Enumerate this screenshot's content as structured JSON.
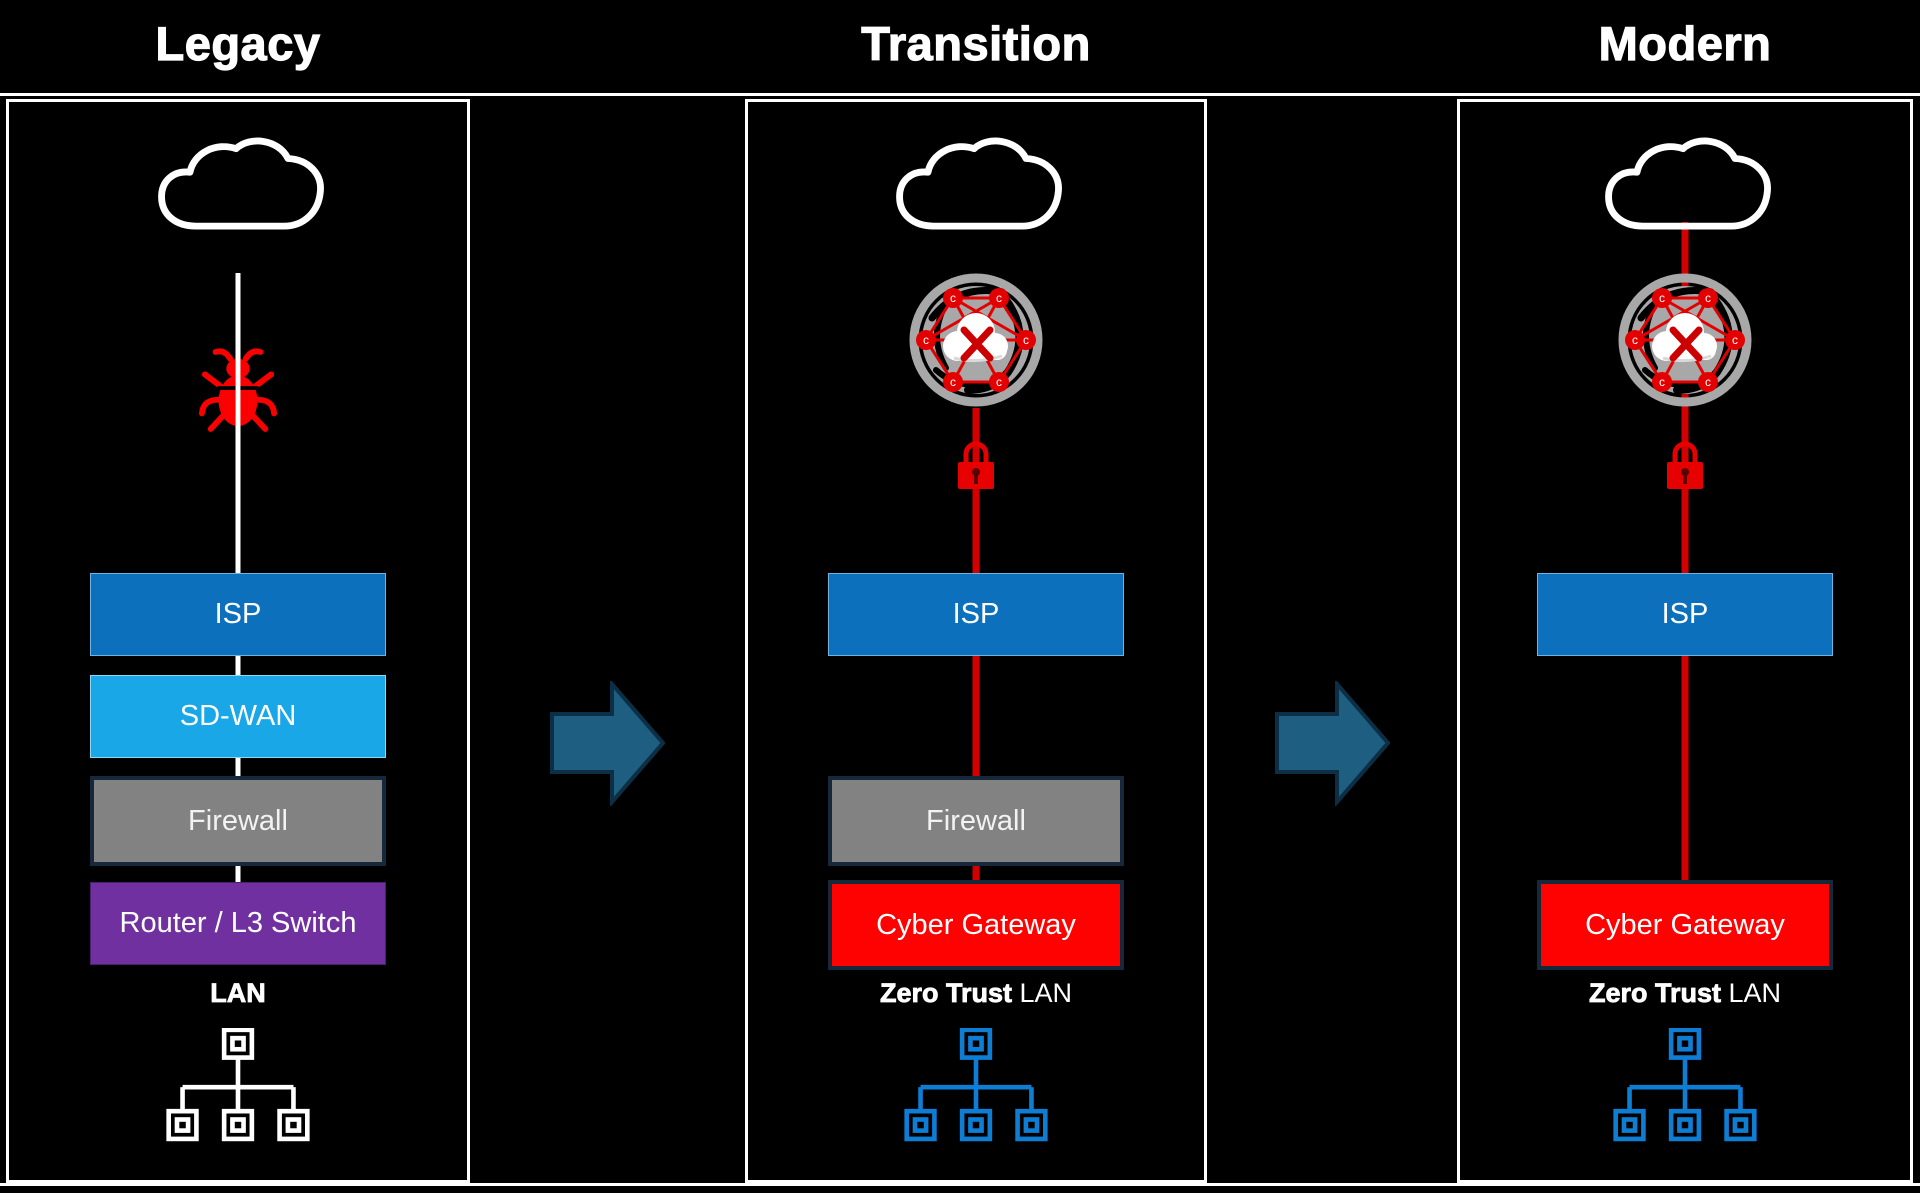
{
  "columns": [
    {
      "title": "Legacy",
      "boxes": [
        {
          "label": "ISP"
        },
        {
          "label": "SD-WAN"
        },
        {
          "label": "Firewall"
        },
        {
          "label": "Router / L3 Switch"
        }
      ],
      "lan": {
        "bold": "LAN",
        "regular": ""
      },
      "threat_icon": "bug-icon",
      "line_color": "#FFFFFF",
      "tree_color": "#FFFFFF"
    },
    {
      "title": "Transition",
      "boxes": [
        {
          "label": "ISP"
        },
        {
          "label": "Firewall"
        },
        {
          "label": "Cyber Gateway"
        }
      ],
      "lan": {
        "bold": "Zero Trust",
        "regular": " LAN"
      },
      "threat_icon": "blocked-botnet-icon",
      "security_icon": "padlock-icon",
      "line_color": "#D40000",
      "tree_color": "#0E7DD4"
    },
    {
      "title": "Modern",
      "boxes": [
        {
          "label": "ISP"
        },
        {
          "label": "Cyber Gateway"
        }
      ],
      "lan": {
        "bold": "Zero Trust",
        "regular": " LAN"
      },
      "threat_icon": "blocked-botnet-icon",
      "security_icon": "padlock-icon",
      "line_color": "#D40000",
      "tree_color": "#0E7DD4"
    }
  ],
  "icons": {
    "mesh_node_letter": "c",
    "cloud": "internet-cloud",
    "arrow": "right-block-arrow"
  },
  "colors": {
    "background": "#000000",
    "panel_border": "#FFFFFF",
    "isp_blue": "#0C70BD",
    "sdwan_blue": "#19A7E8",
    "firewall_gray": "#828282",
    "router_purple": "#7030A0",
    "cyber_gateway_red": "#FE0202",
    "dark_box_border": "#16293A",
    "arrow_teal": "#1E5E80",
    "legacy_line_white": "#FFFFFF",
    "secure_line_red": "#D40000",
    "threat_red": "#FB0000",
    "mesh_ring_gray": "#A8A8A8",
    "lan_tree_blue": "#0E7DD4"
  }
}
